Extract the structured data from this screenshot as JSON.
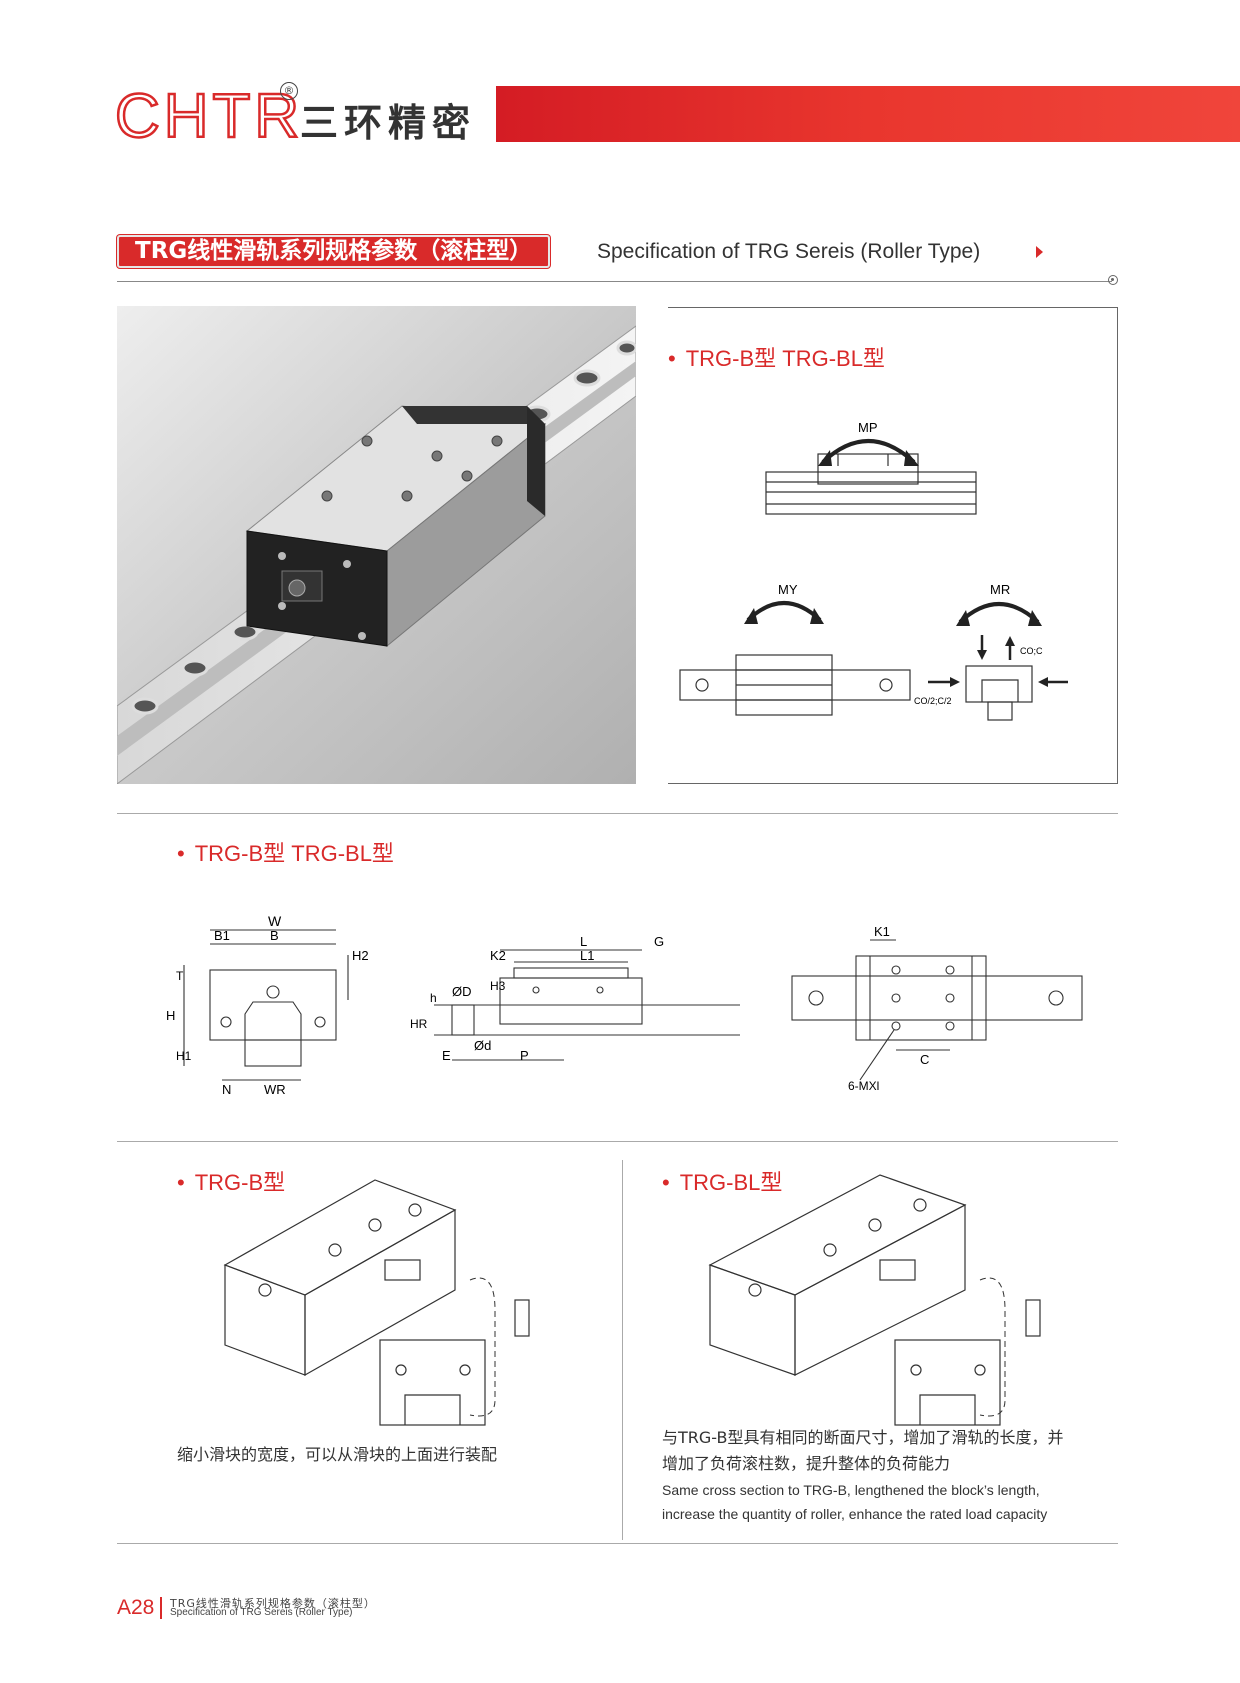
{
  "brand": {
    "logo_text": "CHTR",
    "registered_mark": "®",
    "name_cn": "三环精密",
    "accent_color": "#d92a2a"
  },
  "section": {
    "title_cn": "TRG线性滑轨系列规格参数（滚柱型）",
    "title_en": "Specification of TRG Sereis (Roller Type)"
  },
  "moment_panel": {
    "title": "TRG-B型 TRG-BL型",
    "labels": {
      "mp": "MP",
      "my": "MY",
      "mr": "MR",
      "load_up": "CO;C",
      "load_side": "CO/2;C/2"
    }
  },
  "dimension_section": {
    "title": "TRG-B型 TRG-BL型",
    "front_labels": {
      "w": "W",
      "b": "B",
      "b1": "B1",
      "h2": "H2",
      "t": "T",
      "h": "H",
      "h1": "H1",
      "n": "N",
      "wr": "WR"
    },
    "side_labels": {
      "l": "L",
      "l1": "L1",
      "g": "G",
      "k2": "K2",
      "h3": "H3",
      "od": "ØD",
      "h_small": "h",
      "hr": "HR",
      "e": "E",
      "d": "Ød",
      "p": "P"
    },
    "top_labels": {
      "k1": "K1",
      "c": "C",
      "mxl": "6-MXl"
    }
  },
  "variants": [
    {
      "title": "TRG-B型",
      "caption_cn": [
        "缩小滑块的宽度，可以从滑块的上面进行装配"
      ],
      "caption_en": []
    },
    {
      "title": "TRG-BL型",
      "caption_cn": [
        "与TRG-B型具有相同的断面尺寸，增加了滑轨的长度，并",
        "增加了负荷滚柱数，提升整体的负荷能力"
      ],
      "caption_en": [
        "Same cross section to TRG-B, lengthened the block’s length,",
        "increase the quantity of roller, enhance the rated load capacity"
      ]
    }
  ],
  "footer": {
    "page": "A28",
    "title_cn": "TRG线性滑轨系列规格参数（滚柱型）",
    "title_en": "Specification of TRG Sereis (Roller Type)"
  }
}
